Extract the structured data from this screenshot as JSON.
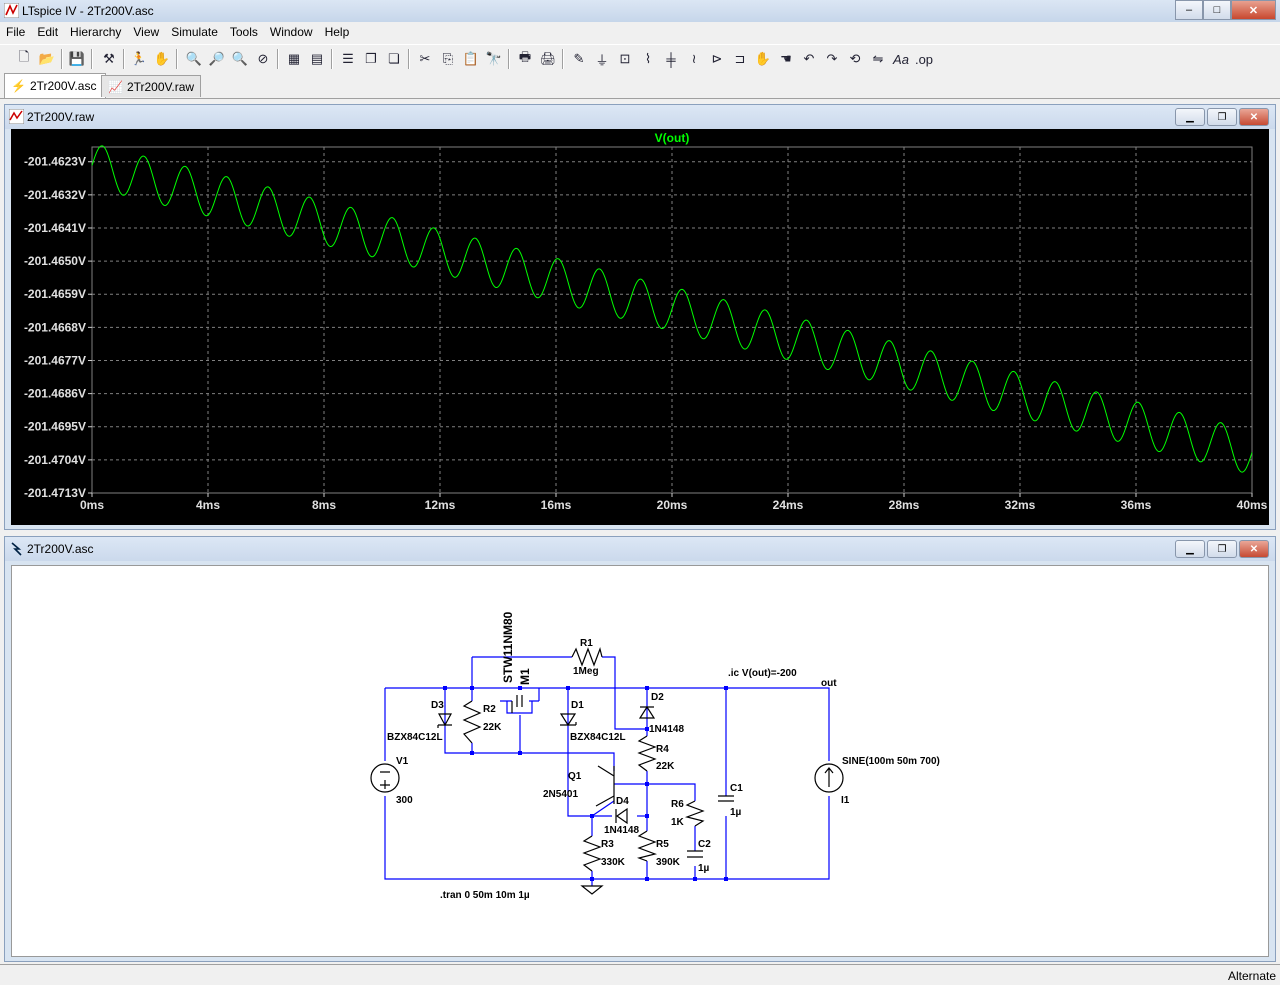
{
  "window": {
    "title": "LTspice IV - 2Tr200V.asc",
    "min": "–",
    "max": "□",
    "close": "✕"
  },
  "menu": [
    "File",
    "Edit",
    "Hierarchy",
    "View",
    "Simulate",
    "Tools",
    "Window",
    "Help"
  ],
  "tabs": [
    {
      "label": "2Tr200V.asc",
      "active": true
    },
    {
      "label": "2Tr200V.raw",
      "active": false
    }
  ],
  "waveform_window": {
    "title": "2Tr200V.raw",
    "chart_data": {
      "type": "line",
      "title": "V(out)",
      "series": [
        {
          "name": "V(out)",
          "color": "#00ff00",
          "offset_start": -201.4624,
          "offset_end": -201.4702,
          "amplitude": 0.0006,
          "freq_hz": 700
        }
      ],
      "xlim": [
        0,
        40
      ],
      "ylim": [
        -201.4713,
        -201.4619
      ],
      "x_ticks": [
        "0ms",
        "4ms",
        "8ms",
        "12ms",
        "16ms",
        "20ms",
        "24ms",
        "28ms",
        "32ms",
        "36ms",
        "40ms"
      ],
      "y_ticks": [
        "-201.4623V",
        "-201.4632V",
        "-201.4641V",
        "-201.4650V",
        "-201.4659V",
        "-201.4668V",
        "-201.4677V",
        "-201.4686V",
        "-201.4695V",
        "-201.4704V",
        "-201.4713V"
      ],
      "grid": true,
      "background": "#000000",
      "grid_color": "#808080"
    }
  },
  "schematic_window": {
    "title": "2Tr200V.asc",
    "labels": {
      "m1_model": "STW11NM80",
      "m1": "M1",
      "r1": "R1",
      "r1_val": "1Meg",
      "ic": ".ic V(out)=-200",
      "out": "out",
      "d3": "D3",
      "r2": "R2",
      "r2_val": "22K",
      "d1": "D1",
      "d2": "D2",
      "d2_model": "1N4148",
      "d3_model": "BZX84C12L",
      "d1_model": "BZX84C12L",
      "r4": "R4",
      "r4_val": "22K",
      "v1": "V1",
      "v1_val": "300",
      "q1": "Q1",
      "q1_model": "2N5401",
      "d4": "D4",
      "d4_model": "1N4148",
      "c1": "C1",
      "c1_val": "1µ",
      "r6": "R6",
      "r6_val": "1K",
      "c2": "C2",
      "c2_val": "1µ",
      "r3": "R3",
      "r3_val": "330K",
      "r5": "R5",
      "r5_val": "390K",
      "i1_val": "SINE(100m 50m 700)",
      "i1": "I1",
      "tran": ".tran 0 50m 10m 1µ"
    }
  },
  "status": "Alternate"
}
